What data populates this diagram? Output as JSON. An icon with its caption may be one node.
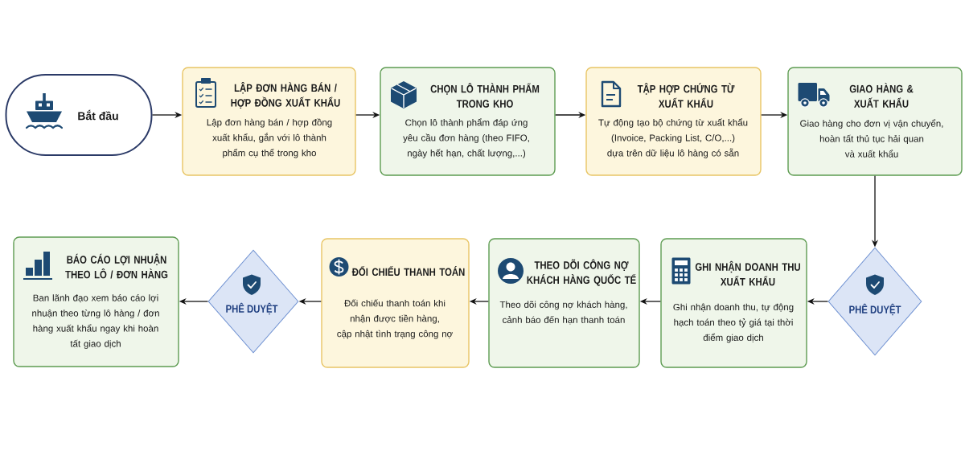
{
  "diagram": {
    "nodes": [
      {
        "text": [
          "Bắt đầu"
        ]
      },
      {
        "text": [
          "LẬP ĐƠN HÀNG BÁN / HỢP ĐỒNG XUẤT KHẨU",
          "Lập đơn hàng bán / hợp đồng xuất khẩu, gắn với lô thành phẩm cụ thể trong kho"
        ]
      },
      {
        "text": [
          "CHỌN LÔ THÀNH PHẨM TRONG KHO",
          "Chọn lô thành phẩm đáp ứng yêu cầu đơn hàng (theo FIFO, ngày hết hạn, chất lượng,...)"
        ]
      },
      {
        "text": [
          "TẬP HỢP CHỨNG TỪ XUẤT KHẨU",
          "Tự động tạo bộ chứng từ xuất khẩu (Invoice, Packing List, C/O,...) dựa trên dữ liệu lô hàng có sẵn"
        ]
      },
      {
        "text": [
          "GIAO HÀNG & XUẤT KHẨU",
          "Giao hàng cho đơn vị vận chuyển, hoàn tất thủ tục hải quan và xuất khẩu"
        ]
      },
      {
        "text": [
          "PHÊ DUYỆT"
        ]
      },
      {
        "text": [
          "GHI NHẬN DOANH THU XUẤT KHẨU",
          "Ghi nhận doanh thu, tự động hạch toán theo tỷ giá tại thời điểm giao dịch"
        ]
      },
      {
        "text": [
          "THEO DÕI CÔNG NỢ KHÁCH HÀNG QUỐC TẾ",
          "Theo dõi công nợ khách hàng, cảnh báo đến hạn thanh toán"
        ]
      },
      {
        "text": [
          "ĐỐI CHIẾU THANH TOÁN",
          "Đối chiếu thanh toán khi nhận được tiền hàng, cập nhật tình trạng công nợ"
        ]
      },
      {
        "text": [
          "PHÊ DUYỆT"
        ]
      },
      {
        "text": [
          "BÁO CÁO LỢI NHUẬN THEO LÔ / ĐƠN HÀNG",
          "Ban lãnh đạo xem báo cáo lợi nhuận theo từng lô hàng / đơn hàng xuất khẩu ngay khi hoàn tất giao dịch"
        ]
      }
    ],
    "edges": [
      {
        "from": 0,
        "to": 1,
        "arrow": "to"
      },
      {
        "from": 1,
        "to": 2,
        "arrow": "to"
      },
      {
        "from": 2,
        "to": 3,
        "arrow": "to"
      },
      {
        "from": 3,
        "to": 4,
        "arrow": "to"
      },
      {
        "from": 4,
        "to": 5,
        "arrow": "to"
      },
      {
        "from": 5,
        "to": 6,
        "arrow": "to"
      },
      {
        "from": 6,
        "to": 7,
        "arrow": "to"
      },
      {
        "from": 7,
        "to": 8,
        "arrow": "to"
      },
      {
        "from": 8,
        "to": 9,
        "arrow": "to"
      },
      {
        "from": 9,
        "to": 10,
        "arrow": "to"
      }
    ]
  }
}
